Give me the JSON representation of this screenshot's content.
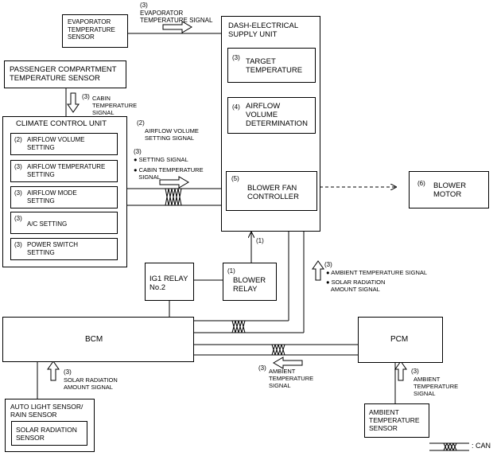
{
  "evaporator_sensor": "EVAPORATOR\nTEMPERATURE\nSENSOR",
  "evaporator_signal": "(3)\nEVAPORATOR\nTEMPERATURE SIGNAL",
  "dash_unit_title": "DASH-ELECTRICAL\nSUPPLY UNIT",
  "target_temperature": "TARGET\nTEMPERATURE",
  "target_temperature_num": "(3)",
  "airflow_determination": "AIRFLOW\nVOLUME\nDETERMINATION",
  "airflow_determination_num": "(4)",
  "blower_fan_controller": "BLOWER FAN\nCONTROLLER",
  "blower_fan_controller_num": "(5)",
  "blower_motor": "BLOWER\nMOTOR",
  "blower_motor_num": "(6)",
  "passenger_sensor": "PASSENGER COMPARTMENT\nTEMPERATURE SENSOR",
  "cabin_signal_num": "(3)",
  "cabin_signal": "CABIN\nTEMPERATURE\nSIGNAL",
  "ccu_title": "CLIMATE CONTROL UNIT",
  "ccu_items": [
    {
      "num": "(2)",
      "label": "AIRFLOW VOLUME\nSETTING"
    },
    {
      "num": "(3)",
      "label": "AIRFLOW TEMPERATURE\nSETTING"
    },
    {
      "num": "(3)",
      "label": "AIRFLOW MODE\nSETTING"
    },
    {
      "num": "(3)",
      "label": "A/C SETTING"
    },
    {
      "num": "(3)",
      "label": "POWER SWITCH\nSETTING"
    }
  ],
  "airflow_signal_num": "(2)",
  "airflow_signal": "AIRFLOW VOLUME\nSETTING SIGNAL",
  "setting_signal_num": "(3)",
  "setting_signal": "● SETTING SIGNAL",
  "cabin_temp_signal": "● CABIN TEMPERATURE\n   SIGNAL",
  "relay_num": "(1)",
  "ig1_relay": "IG1 RELAY\nNo.2",
  "blower_relay_num": "(1)",
  "blower_relay": "BLOWER\nRELAY",
  "ambient_signal_num": "(3)",
  "ambient_signal": "● AMBIENT TEMPERATURE SIGNAL",
  "solar_signal": "● SOLAR RADIATION\n   AMOUNT SIGNAL",
  "bcm": "BCM",
  "pcm": "PCM",
  "ambient_signal2_num": "(3)",
  "ambient_signal2": "AMBIENT\nTEMPERATURE\nSIGNAL",
  "solar_signal2_num": "(3)",
  "solar_signal2": "SOLAR RADIATION\nAMOUNT SIGNAL",
  "ambient_signal3_num": "(3)",
  "ambient_signal3": "AMBIENT\nTEMPERATURE\nSIGNAL",
  "auto_light_sensor": "AUTO LIGHT SENSOR/\nRAIN SENSOR",
  "solar_sensor": "SOLAR RADIATION\nSENSOR",
  "ambient_sensor": "AMBIENT\nTEMPERATURE\nSENSOR",
  "can_legend": ": CAN"
}
